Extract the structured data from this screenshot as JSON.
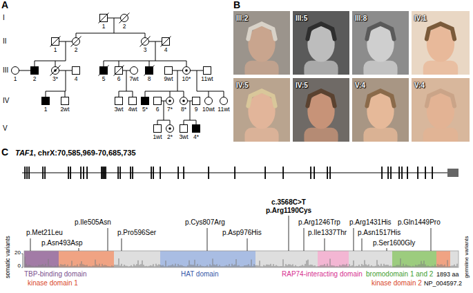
{
  "diagram": {
    "nodes": [
      {
        "text": [
          "III:2"
        ]
      },
      {
        "text": [
          "III:5"
        ]
      },
      {
        "text": [
          "III:8"
        ]
      },
      {
        "text": [
          "IV:1"
        ]
      },
      {
        "text": [
          "IV:5"
        ]
      },
      {
        "text": [
          "IV:5"
        ]
      },
      {
        "text": [
          "V:4"
        ]
      },
      {
        "text": [
          "V:4"
        ]
      }
    ],
    "labels": [
      "A",
      "I",
      "II",
      "III",
      "IV",
      "V",
      "1",
      "2",
      "1",
      "2",
      "3",
      "4",
      "1",
      "2",
      "3*",
      "4",
      "5",
      "6",
      "7wt",
      "8",
      "9wt",
      "10*",
      "11wt",
      "1",
      "2wt",
      "3wt",
      "4wt",
      "5*",
      "6",
      "7*",
      "8*",
      "9",
      "10wt",
      "11wt",
      "1wt",
      "2*",
      "3wt",
      "4*",
      "B",
      "C",
      "TAF1",
      ", chrX:70,585,969-70,685,735",
      "somatic variants",
      "20",
      "0",
      "germline variants",
      "p.Met21Leu",
      "p.Asn493Asp",
      "p.Ile505Asn",
      "p.Pro596Ser",
      "p.Cys807Arg",
      "p.Asp976His",
      "c.3568C>T",
      "p.Arg1190Cys",
      "p.Arg1246Trp",
      "p.Ile1337Thr",
      "p.Arg1431His",
      "p.Gln1449Pro",
      "p.Asn1517His",
      "p.Ser1600Gly",
      "TBP-binding domain",
      "kinase domain 1",
      "HAT domain",
      "RAP74-interacting domain",
      "bromodomain 1 and 2",
      "kinase domain 2",
      "1893 aa",
      "NP_004597.2"
    ]
  }
}
